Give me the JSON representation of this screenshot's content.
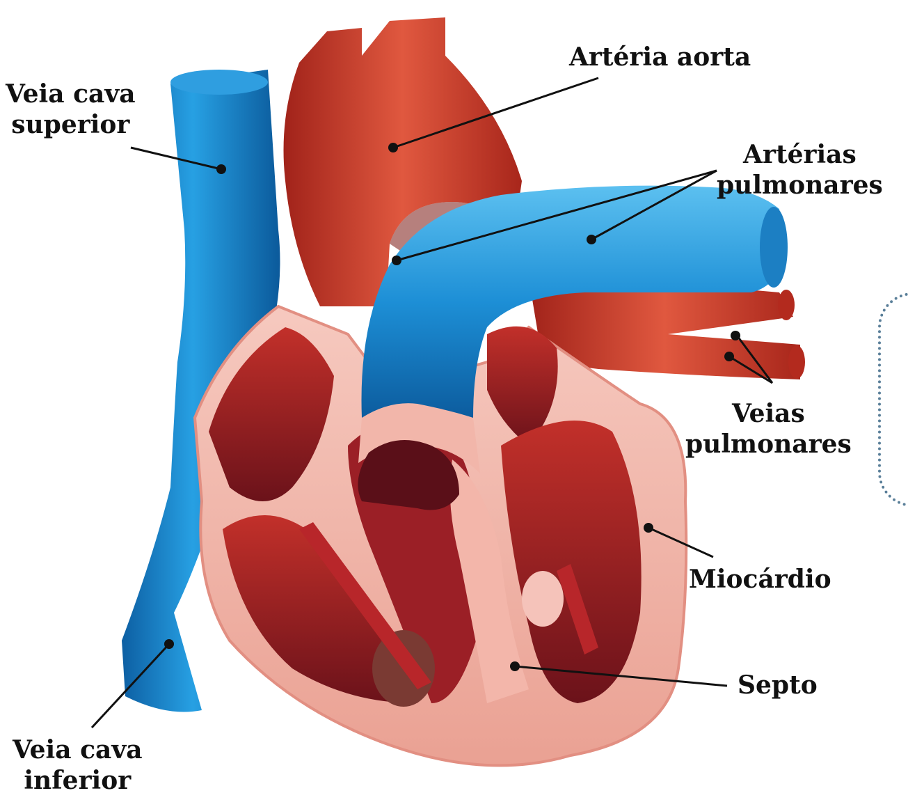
{
  "labels": {
    "aorta": "Artéria aorta",
    "vcs_line1": "Veia cava",
    "vcs_line2": "superior",
    "ap_line1": "Artérias",
    "ap_line2": "pulmonares",
    "vp_line1": "Veias",
    "vp_line2": "pulmonares",
    "miocardio": "Miocárdio",
    "septo": "Septo",
    "vci_line1": "Veia cava",
    "vci_line2": "inferior"
  },
  "colors": {
    "vein_blue": "#1a86c8",
    "artery_red": "#c8361f",
    "myocardium_pink": "#f2b3a8",
    "chamber_dark": "#8e1b22",
    "leader_line": "#111111"
  }
}
